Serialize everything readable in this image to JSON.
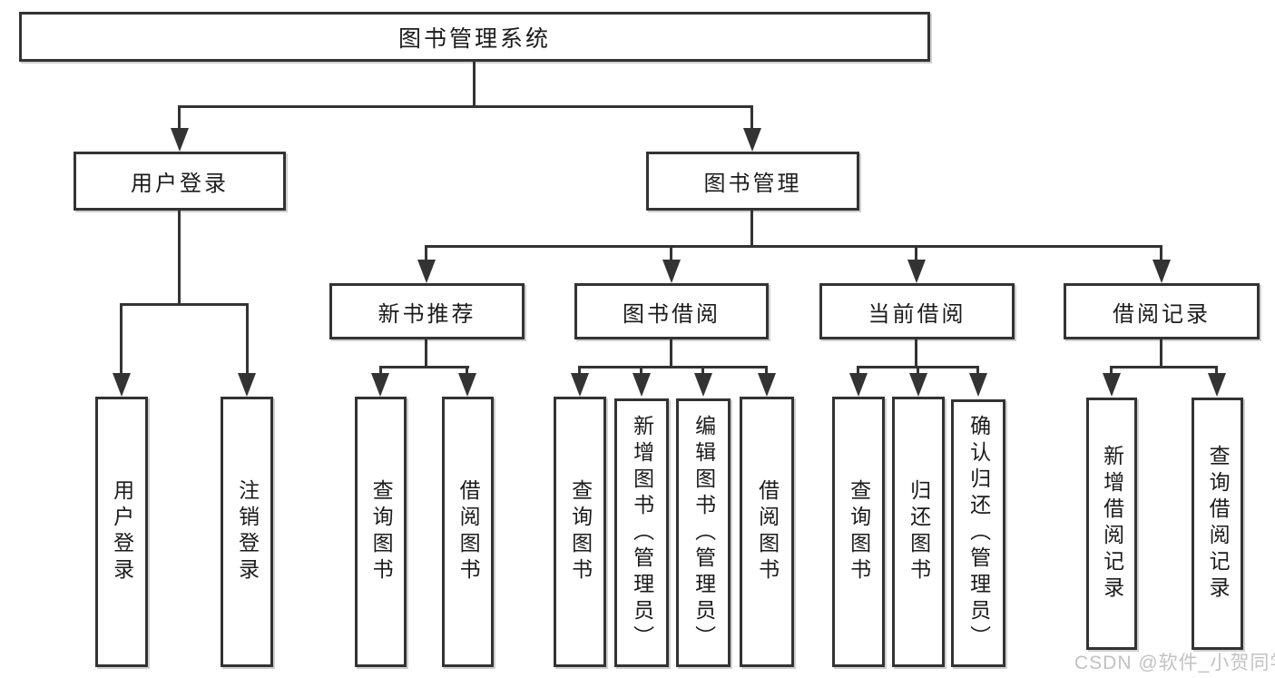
{
  "diagram_title": "图书管理系统",
  "icons": {
    "connector_arrow": "arrow-down"
  },
  "colors": {
    "line": "#333333",
    "text": "#1b1b1b",
    "background": "#ffffff",
    "watermark": "#c2c2c2"
  },
  "watermark": {
    "text": "CSDN @软件_小贺同学"
  },
  "tree": {
    "label": "图书管理系统",
    "children": [
      {
        "label": "用户登录",
        "children": [
          {
            "label": "用户登录"
          },
          {
            "label": "注销登录"
          }
        ]
      },
      {
        "label": "图书管理",
        "children": [
          {
            "label": "新书推荐",
            "children": [
              {
                "label": "查询图书"
              },
              {
                "label": "借阅图书"
              }
            ]
          },
          {
            "label": "图书借阅",
            "children": [
              {
                "label": "查询图书"
              },
              {
                "label": "新增图书（管理员）"
              },
              {
                "label": "编辑图书（管理员）"
              },
              {
                "label": "借阅图书"
              }
            ]
          },
          {
            "label": "当前借阅",
            "children": [
              {
                "label": "查询图书"
              },
              {
                "label": "归还图书"
              },
              {
                "label": "确认归还（管理员）"
              }
            ]
          },
          {
            "label": "借阅记录",
            "children": [
              {
                "label": "新增借阅记录"
              },
              {
                "label": "查询借阅记录"
              }
            ]
          }
        ]
      }
    ]
  }
}
